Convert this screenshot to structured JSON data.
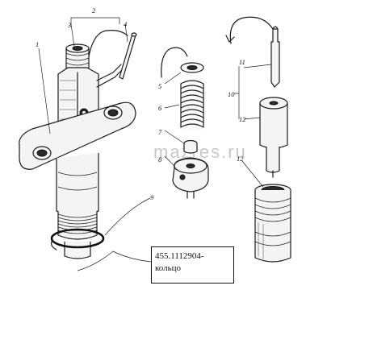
{
  "labels": {
    "n1": "1",
    "n2": "2",
    "n3": "3",
    "n4": "4",
    "n5": "5",
    "n6": "6",
    "n7": "7",
    "n8": "8",
    "n9": "9",
    "n10": "10",
    "n11": "11",
    "n12a": "12",
    "n12b": "12"
  },
  "watermark": "mazres.ru",
  "callout": {
    "line1": "455.1112904-",
    "line2": "кольцо"
  }
}
